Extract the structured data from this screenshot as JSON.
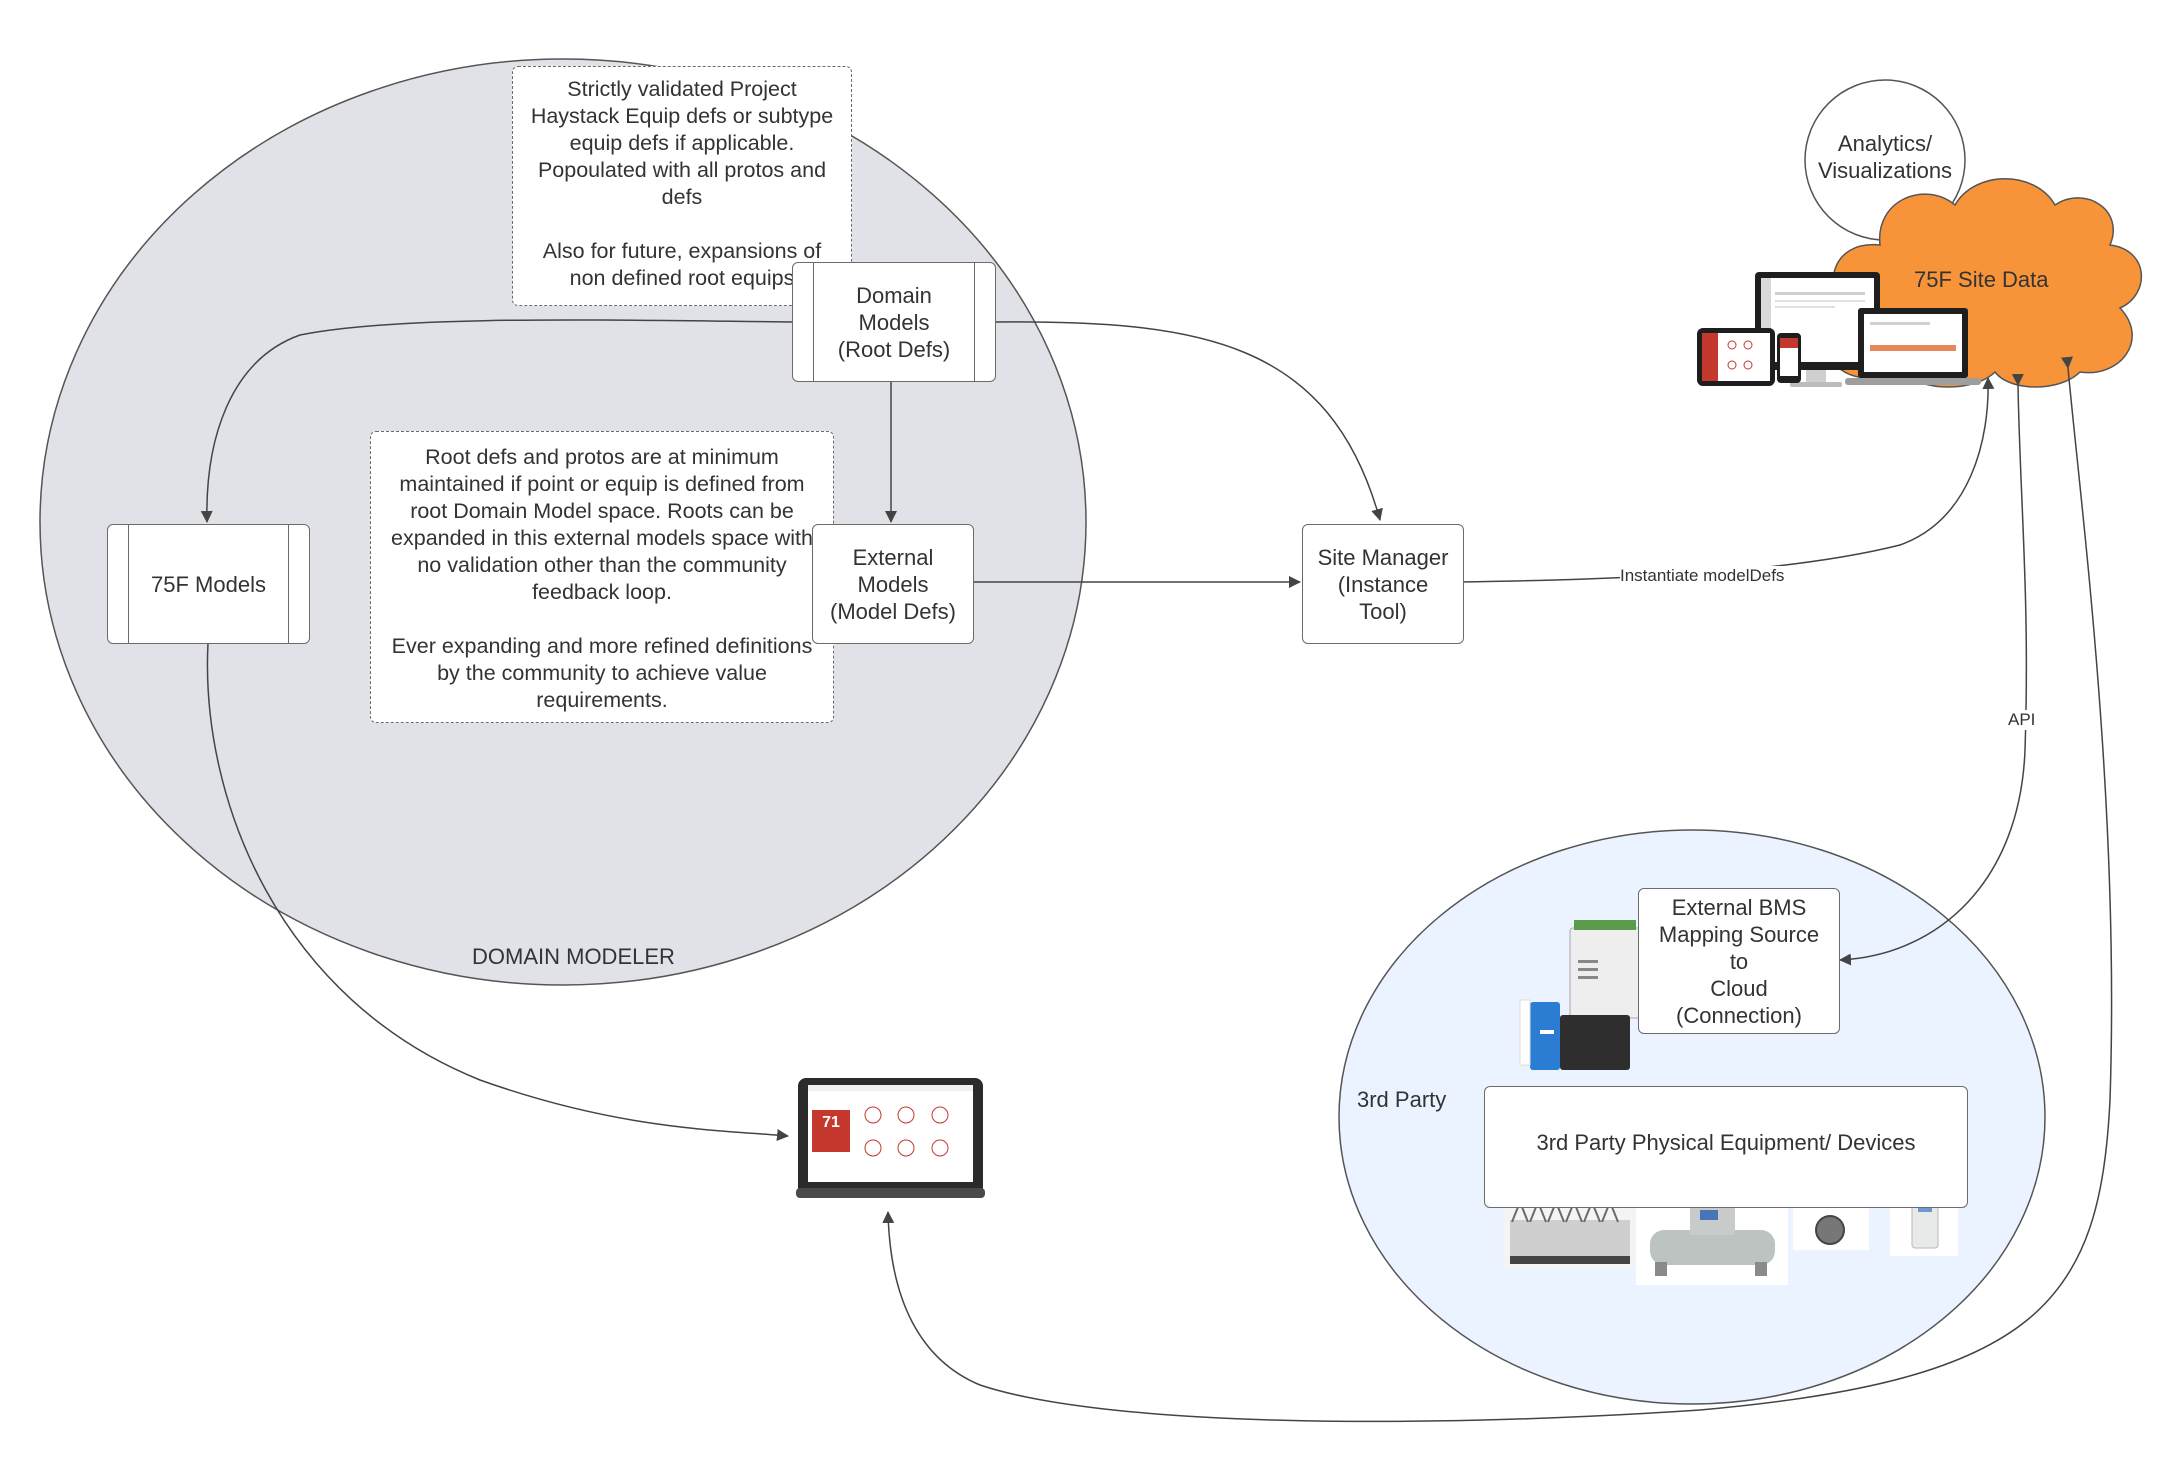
{
  "domain_modeler": {
    "label": "DOMAIN MODELER",
    "definition_note": {
      "lines": [
        "Strictly validated Project",
        "Haystack Equip defs or subtype",
        "equip defs if applicable.",
        "Popoulated with all protos and",
        "defs",
        "Also for future, expansions of",
        "non defined root equips"
      ]
    },
    "external_note": {
      "lines": [
        "Root defs and protos are at minimum",
        "maintained if point or equip is defined from",
        "root Domain Model space. Roots can be",
        "expanded in this external models space with",
        "no validation other than  the community",
        "feedback loop.",
        "Ever expanding and more refined definitions",
        "by the community to achieve value",
        "requirements."
      ]
    },
    "domain_models": {
      "lines": [
        "Domain",
        "Models",
        "(Root Defs)"
      ]
    },
    "models_75f": {
      "lines": [
        "75F Models"
      ]
    },
    "external_models": {
      "lines": [
        "External",
        "Models",
        "(Model Defs)"
      ]
    }
  },
  "site_manager": {
    "lines": [
      "Site Manager",
      "(Instance",
      "Tool)"
    ]
  },
  "cloud": {
    "analytics": {
      "lines": [
        "Analytics/",
        "Visualizations"
      ]
    },
    "site_data": {
      "label": "75F Site Data",
      "color": "#f7943a"
    }
  },
  "edges": {
    "instantiate": "Instantiate modelDefs",
    "api": "API"
  },
  "third_party": {
    "label": "3rd Party",
    "bms": {
      "lines": [
        "External BMS",
        "Mapping Source to",
        "Cloud",
        "(Connection)"
      ]
    },
    "equipment": {
      "label": "3rd Party Physical Equipment/ Devices"
    }
  },
  "tablet": {
    "reading": "71"
  },
  "colors": {
    "modeler_fill": "#e0e2e7",
    "third_party_fill": "#eaf3ff",
    "stroke": "#555555",
    "accent_red": "#c4382d"
  }
}
